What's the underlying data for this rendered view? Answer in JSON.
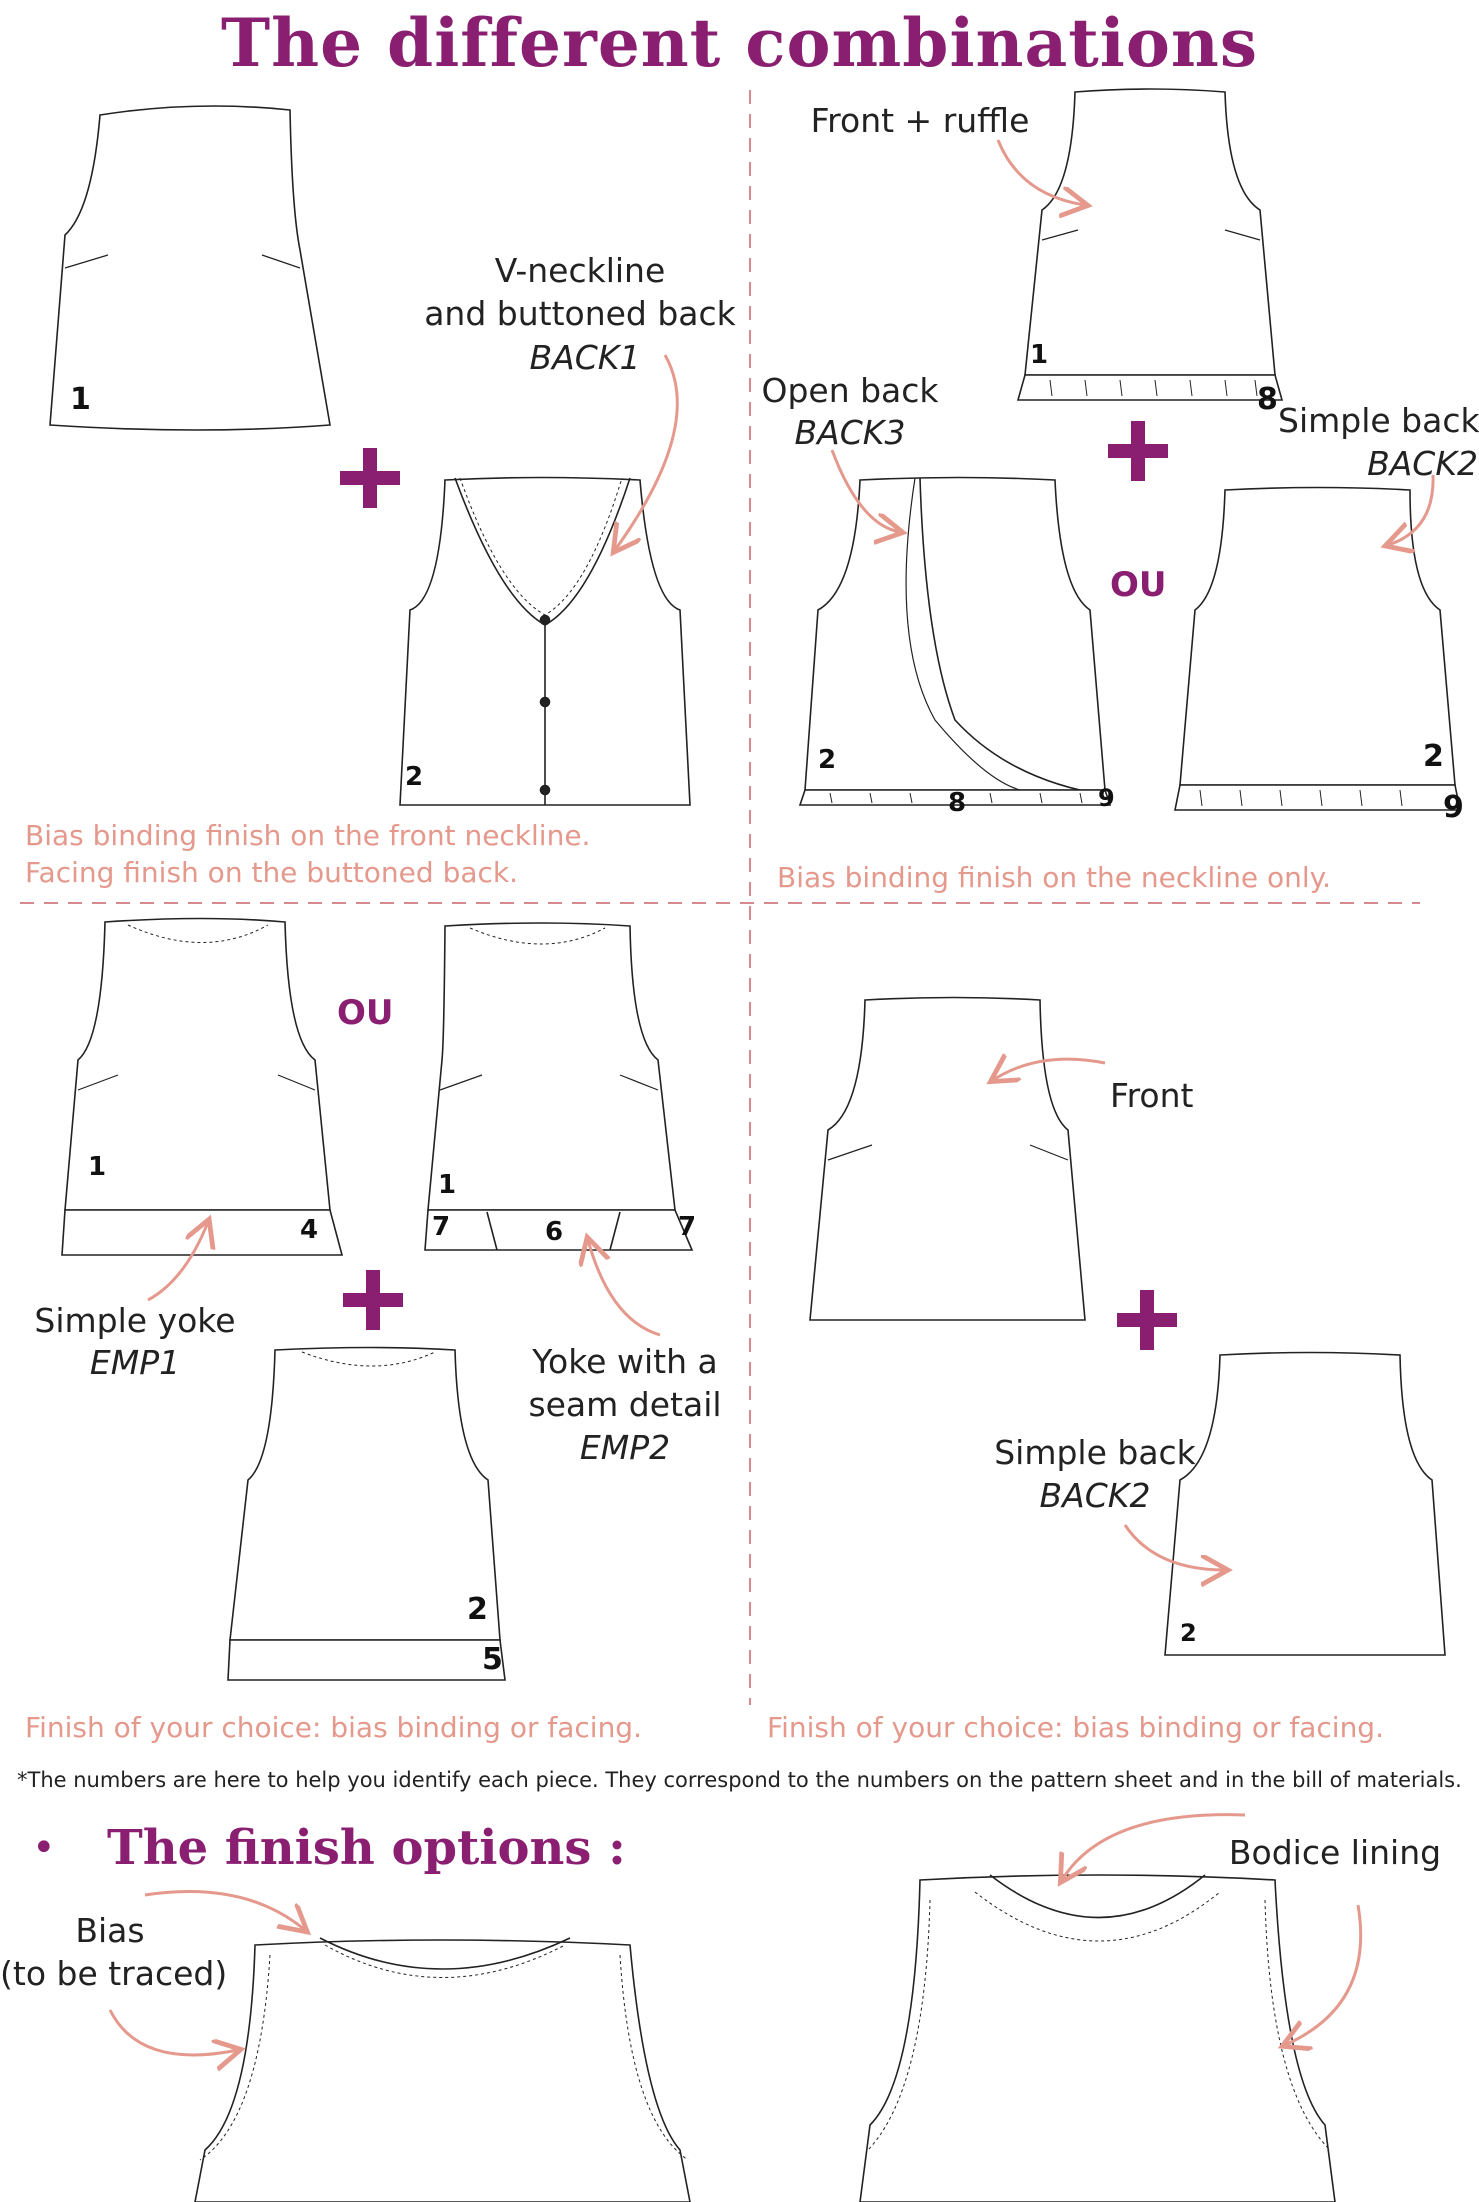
{
  "title": "The different combinations",
  "labels": {
    "v_neckline_1": "V-neckline",
    "v_neckline_2": "and buttoned back",
    "v_neckline_code": "BACK1",
    "front_ruffle": "Front + ruffle",
    "open_back": "Open back",
    "open_back_code": "BACK3",
    "simple_back": "Simple back",
    "simple_back_code": "BACK2",
    "ou_1": "OU",
    "ou_2": "OU",
    "simple_yoke": "Simple yoke",
    "simple_yoke_code": "EMP1",
    "yoke_seam_1": "Yoke with a",
    "yoke_seam_2": "seam detail",
    "yoke_seam_code": "EMP2",
    "front": "Front",
    "simple_back_2": "Simple back",
    "simple_back_2_code": "BACK2",
    "bias": "Bias",
    "bias_sub": "(to be traced)",
    "bodice_lining": "Bodice lining"
  },
  "notes": {
    "q1_line1": "Bias binding finish on the front neckline.",
    "q1_line2": "Facing finish on the buttoned back.",
    "q2_line1": "Bias binding finish on the neckline only.",
    "q3_line1": "Finish of your choice: bias binding or facing.",
    "q4_line1": "Finish of your choice: bias binding or facing.",
    "footnote": "*The numbers are here to help you identify each piece. They correspond to the numbers on the pattern sheet and in the bill of materials."
  },
  "finish_heading": "The finish options :",
  "bullet": "•",
  "piece_numbers": {
    "q1_front": "1",
    "q1_back": "2",
    "q2_front": "1",
    "q2_ruffle": "8",
    "q2_open_back": "2",
    "q2_open_ruffle": "8",
    "q2_open_ruffle_end": "9",
    "q2_simple_back": "2",
    "q2_simple_ruffle": "9",
    "q3_front_a": "1",
    "q3_yoke_a": "4",
    "q3_front_b": "1",
    "q3_yoke_b_left": "7",
    "q3_yoke_b_mid": "6",
    "q3_yoke_b_right": "7",
    "q3_back": "2",
    "q3_back_yoke": "5",
    "q4_back": "2"
  },
  "colors": {
    "accent": "#8a1f72",
    "annotation": "#e5998d",
    "line": "#222222",
    "divider": "#d58a8f"
  }
}
